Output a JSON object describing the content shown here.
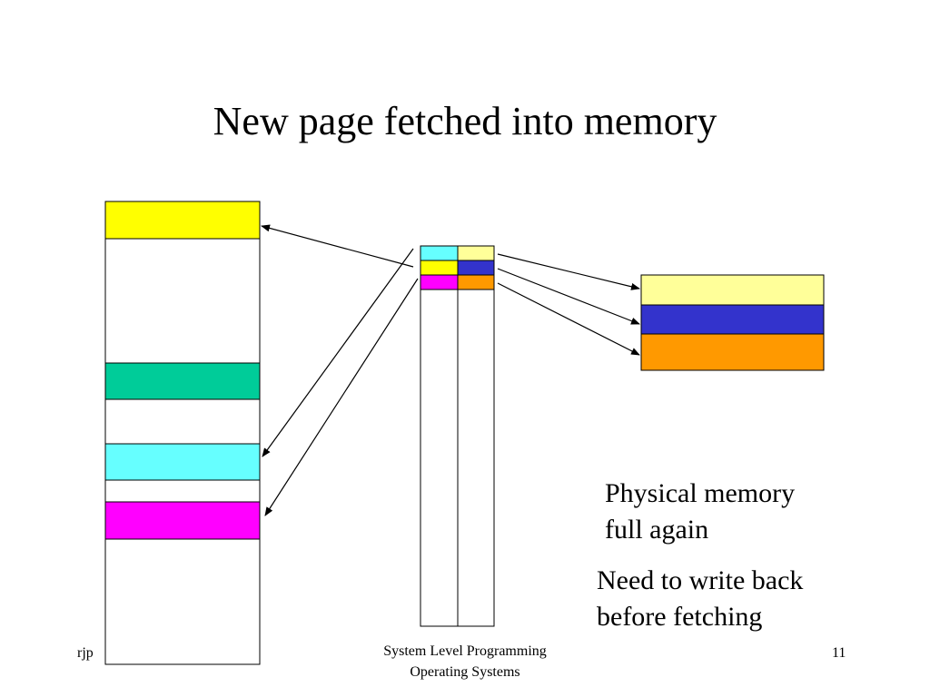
{
  "slide": {
    "title": "New page fetched into memory",
    "notes": [
      "Physical memory\nfull again",
      "Need to write back\nbefore fetching"
    ],
    "footer": {
      "left": "rjp",
      "center_line1": "System Level Programming",
      "center_line2": "Operating Systems",
      "page_number": "11"
    }
  },
  "colors": {
    "yellow": "#ffff00",
    "teal": "#00cc99",
    "cyan": "#66ffff",
    "magenta": "#ff00ff",
    "light_yellow": "#ffff99",
    "blue": "#3333cc",
    "orange": "#ff9900"
  }
}
